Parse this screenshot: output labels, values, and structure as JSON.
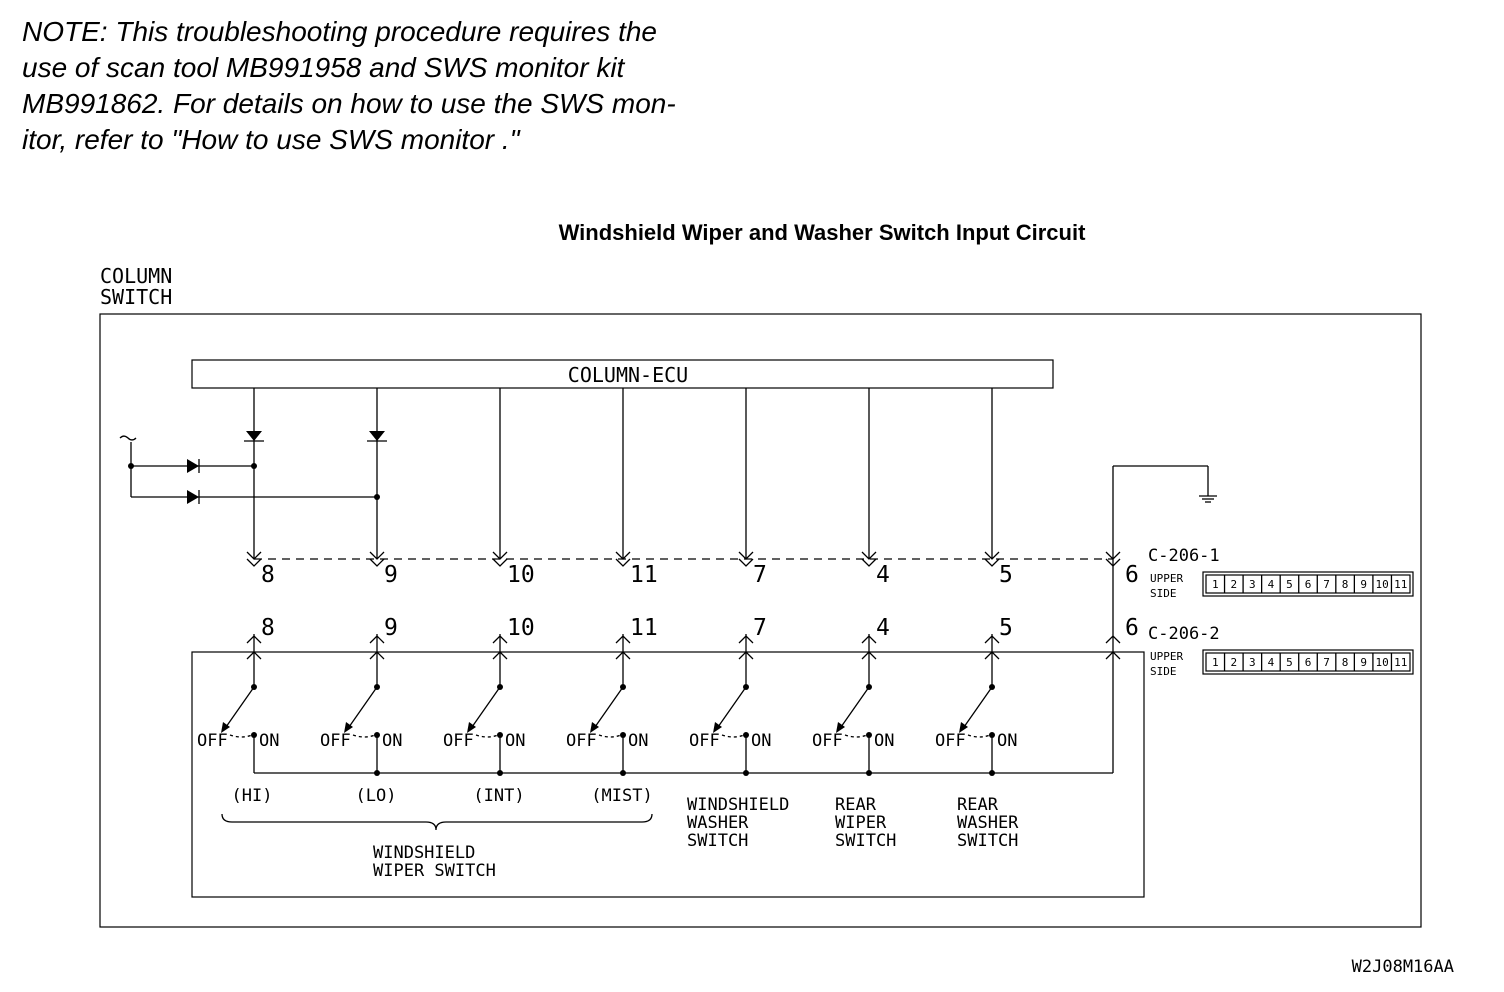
{
  "note": {
    "lines": [
      "NOTE: This troubleshooting procedure requires the",
      "use of scan tool MB991958 and SWS monitor kit",
      "MB991862. For details on how to use the SWS mon-",
      "itor, refer to \"How to use SWS monitor .\""
    ]
  },
  "title": "Windshield Wiper and Washer Switch Input Circuit",
  "labels": {
    "column_switch_1": "COLUMN",
    "column_switch_2": "SWITCH",
    "ecu": "COLUMN-ECU",
    "conn1": "C-206-1",
    "conn2": "C-206-2",
    "upper": "UPPER",
    "side": "SIDE",
    "ws_group_1": "WINDSHIELD",
    "ws_group_2": "WIPER SWITCH",
    "washer_1": "WINDSHIELD",
    "washer_2": "WASHER",
    "washer_3": "SWITCH",
    "rwiper_1": "REAR",
    "rwiper_2": "WIPER",
    "rwiper_3": "SWITCH",
    "rwasher_1": "REAR",
    "rwasher_2": "WASHER",
    "rwasher_3": "SWITCH",
    "off": "OFF",
    "on": "ON",
    "code": "W2J08M16AA"
  },
  "pins": [
    "8",
    "9",
    "10",
    "11",
    "7",
    "4",
    "5",
    "6"
  ],
  "switch_modes": [
    "(HI)",
    "(LO)",
    "(INT)",
    "(MIST)"
  ],
  "connector_cells": [
    "1",
    "2",
    "3",
    "4",
    "5",
    "6",
    "7",
    "8",
    "9",
    "10",
    "11"
  ]
}
